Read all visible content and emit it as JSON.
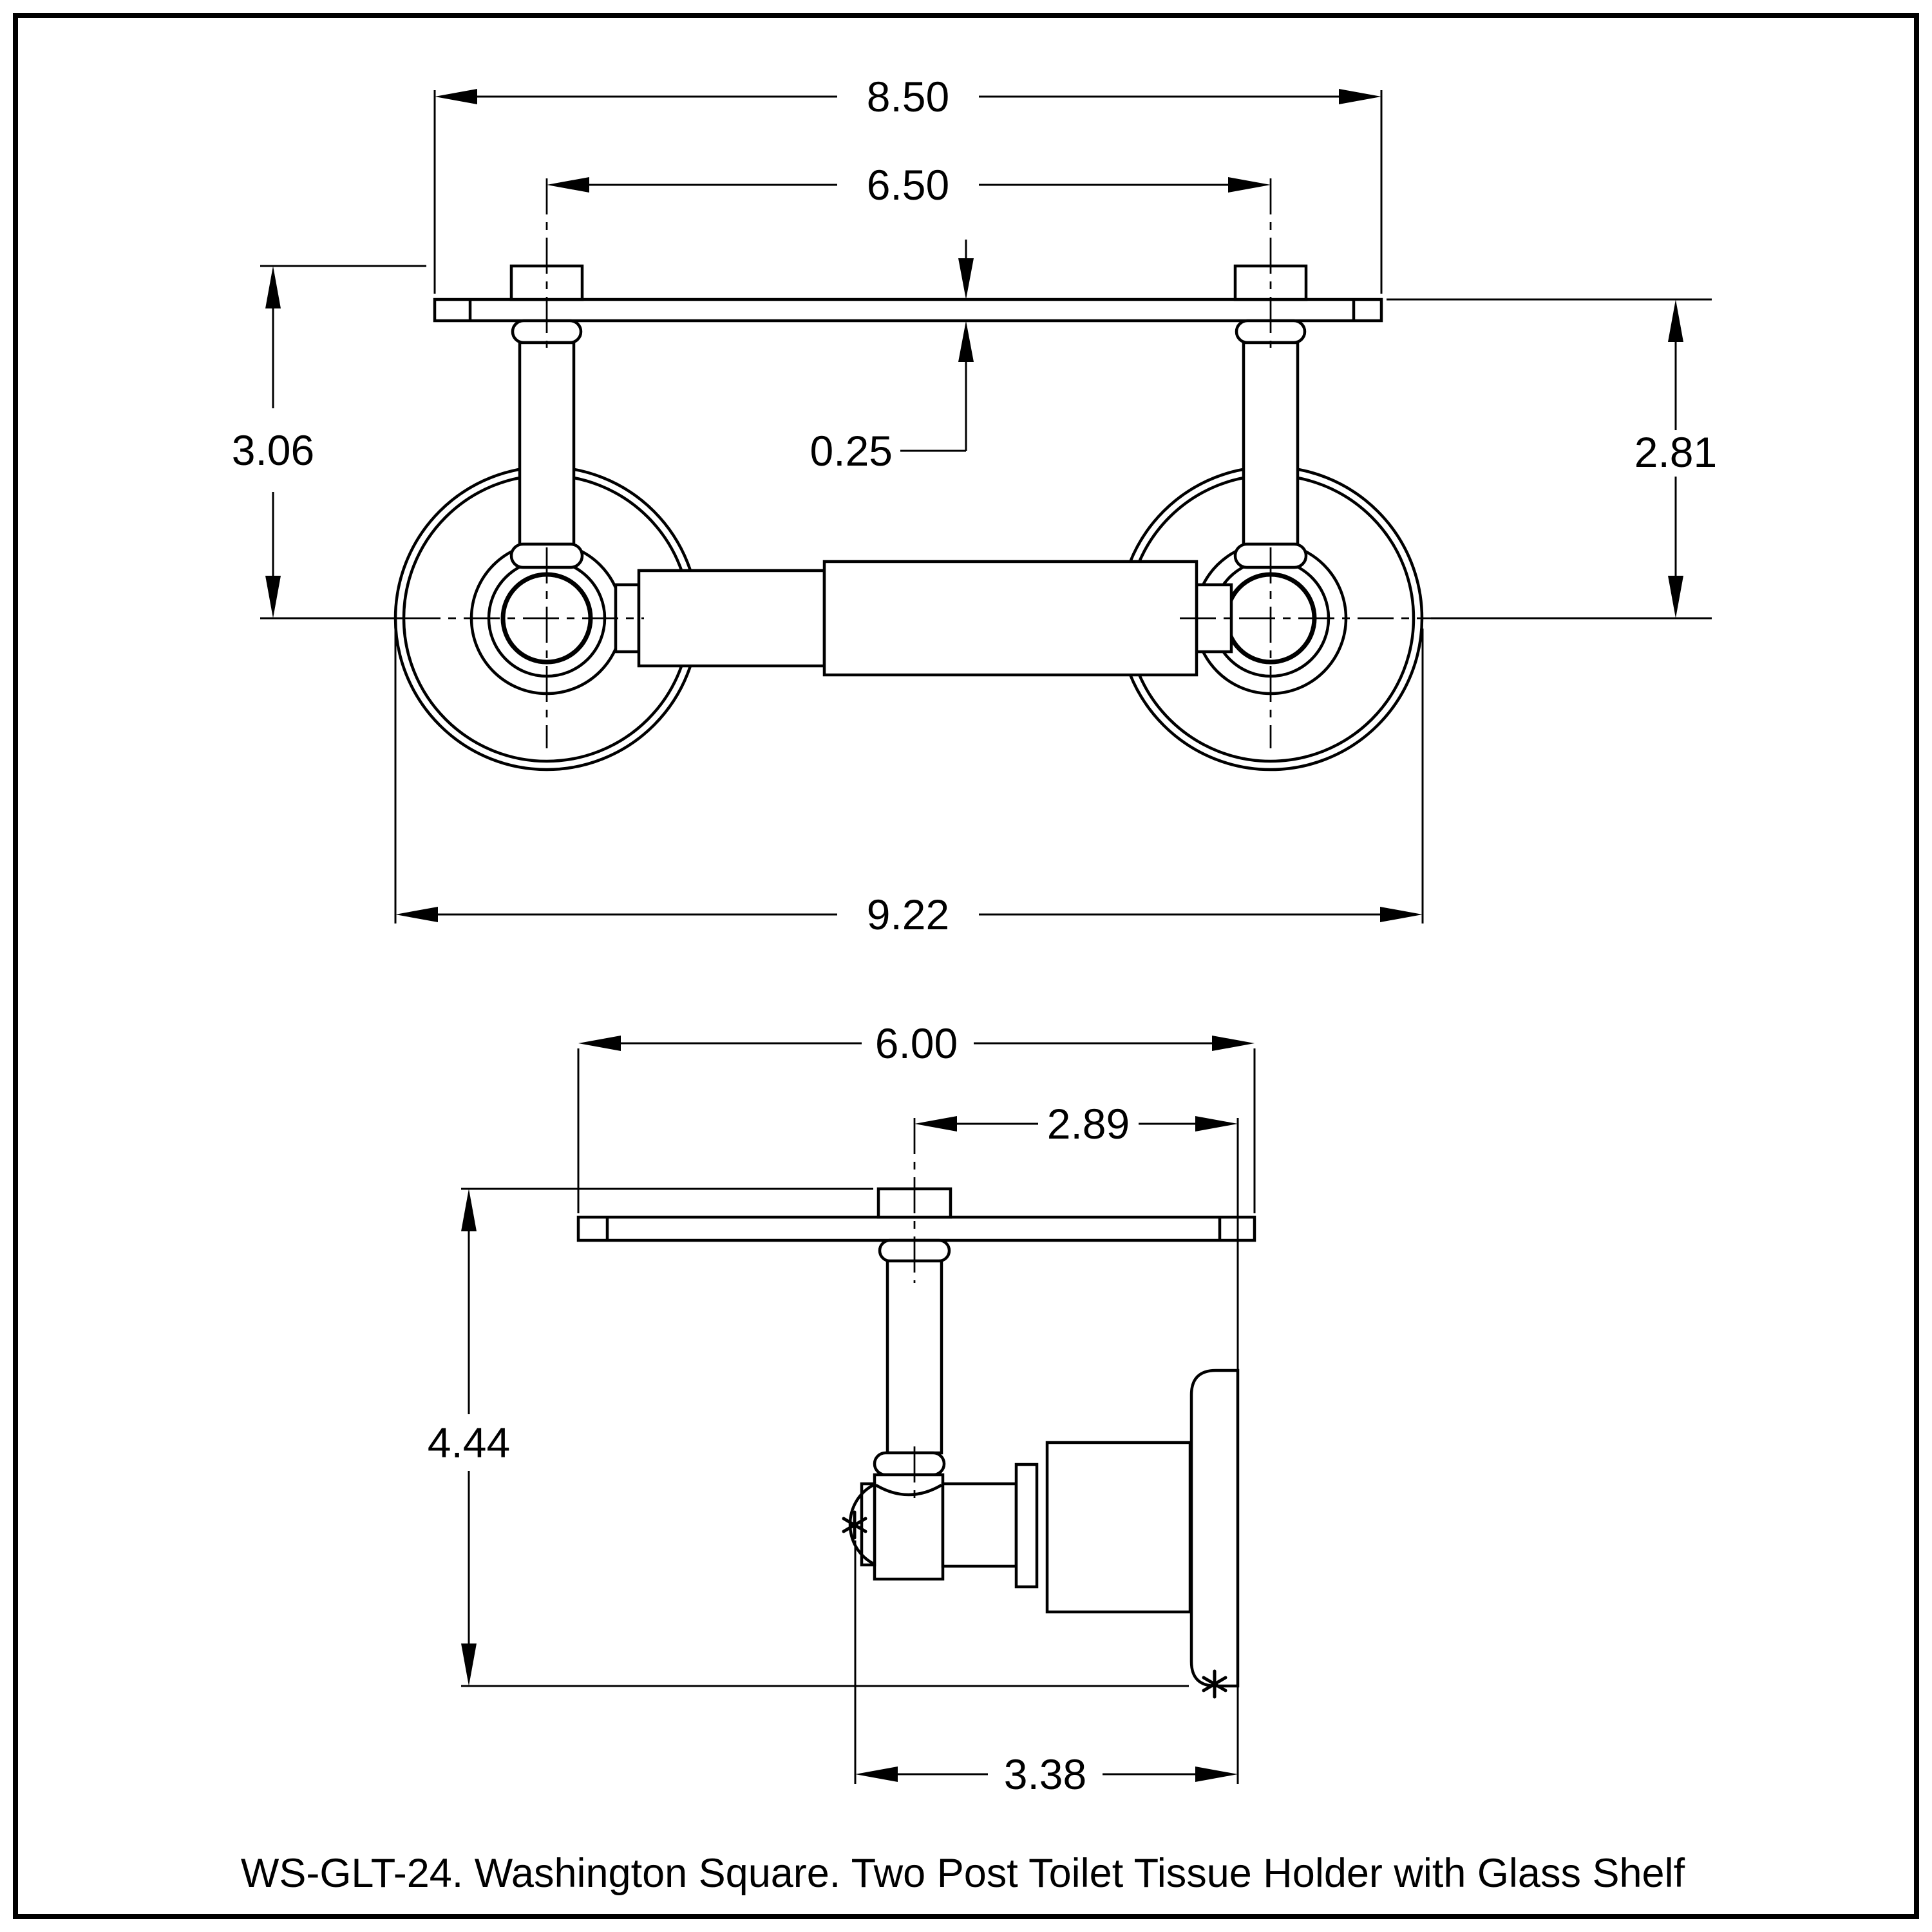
{
  "drawing": {
    "caption": "WS-GLT-24. Washington Square. Two Post Toilet Tissue Holder with Glass Shelf",
    "colors": {
      "ink": "#000000",
      "paper": "#ffffff"
    },
    "front_view": {
      "name": "front-elevation-of-holder-with-glass-shelf",
      "dims": {
        "shelf_width": "8.50",
        "post_spacing": "6.50",
        "shelf_thickness": "0.25",
        "left_shelf_to_roll_center": "3.06",
        "right_shelf_to_roll_center": "2.81",
        "overall_width": "9.22"
      }
    },
    "side_view": {
      "name": "side-elevation-of-holder-with-glass-shelf",
      "dims": {
        "shelf_depth": "6.00",
        "post_center_to_wall": "2.89",
        "overall_height": "4.44",
        "projection_from_wall": "3.38"
      }
    },
    "markers": {
      "footnote_symbol": "asterisk"
    }
  }
}
